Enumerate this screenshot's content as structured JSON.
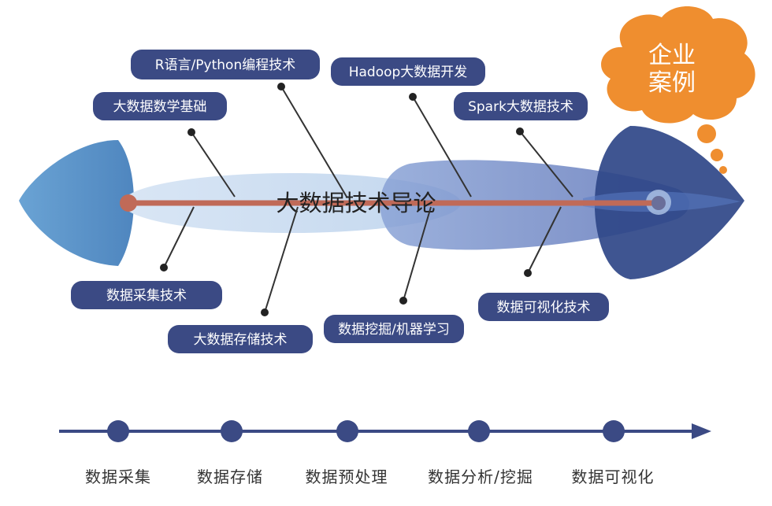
{
  "diagram": {
    "center_title": "大数据技术导论",
    "cloud_text_line1": "企业",
    "cloud_text_line2": "案例",
    "upper_topics": [
      "大数据数学基础",
      "R语言/Python编程技术",
      "Hadoop大数据开发",
      "Spark大数据技术"
    ],
    "lower_topics": [
      "数据采集技术",
      "大数据存储技术",
      "数据挖掘/机器学习",
      "数据可视化技术"
    ],
    "pipeline_stages": [
      "数据采集",
      "数据存储",
      "数据预处理",
      "数据分析/挖掘",
      "数据可视化"
    ]
  },
  "colors": {
    "pill": "#3b4a84",
    "head": "#2f4688",
    "tail": "#5b94c8",
    "spine": "#c06a58",
    "cloud": "#ef8e2f",
    "pipeline": "#3b4a84"
  }
}
